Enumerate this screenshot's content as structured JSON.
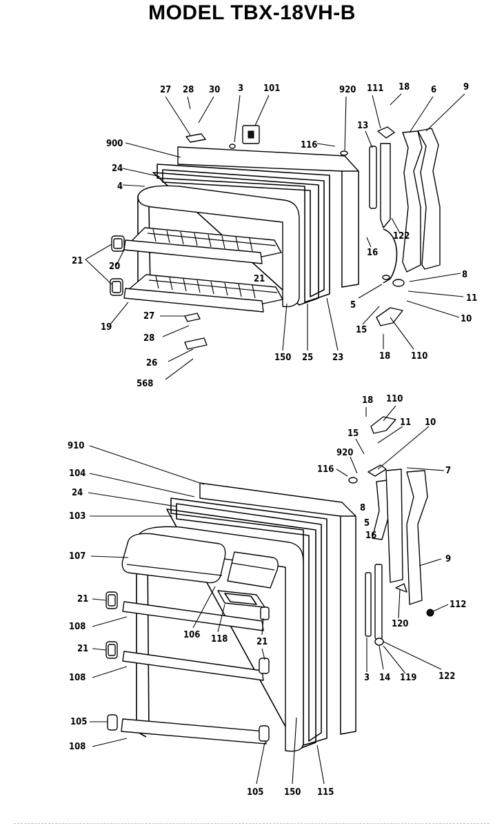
{
  "title": "MODEL TBX-18VH-B",
  "callouts": {
    "upper": [
      "27",
      "28",
      "30",
      "3",
      "101",
      "920",
      "111",
      "18",
      "6",
      "9",
      "900",
      "116",
      "13",
      "24",
      "4",
      "122",
      "16",
      "21",
      "20",
      "21",
      "8",
      "11",
      "5",
      "10",
      "15",
      "27",
      "19",
      "28",
      "26",
      "150",
      "25",
      "23",
      "18",
      "110",
      "568"
    ],
    "lower": [
      "18",
      "110",
      "11",
      "15",
      "10",
      "920",
      "116",
      "910",
      "7",
      "104",
      "24",
      "8",
      "103",
      "5",
      "16",
      "107",
      "9",
      "21",
      "112",
      "120",
      "108",
      "106",
      "118",
      "21",
      "21",
      "3",
      "14",
      "119",
      "122",
      "108",
      "105",
      "108",
      "105",
      "150",
      "115"
    ]
  }
}
